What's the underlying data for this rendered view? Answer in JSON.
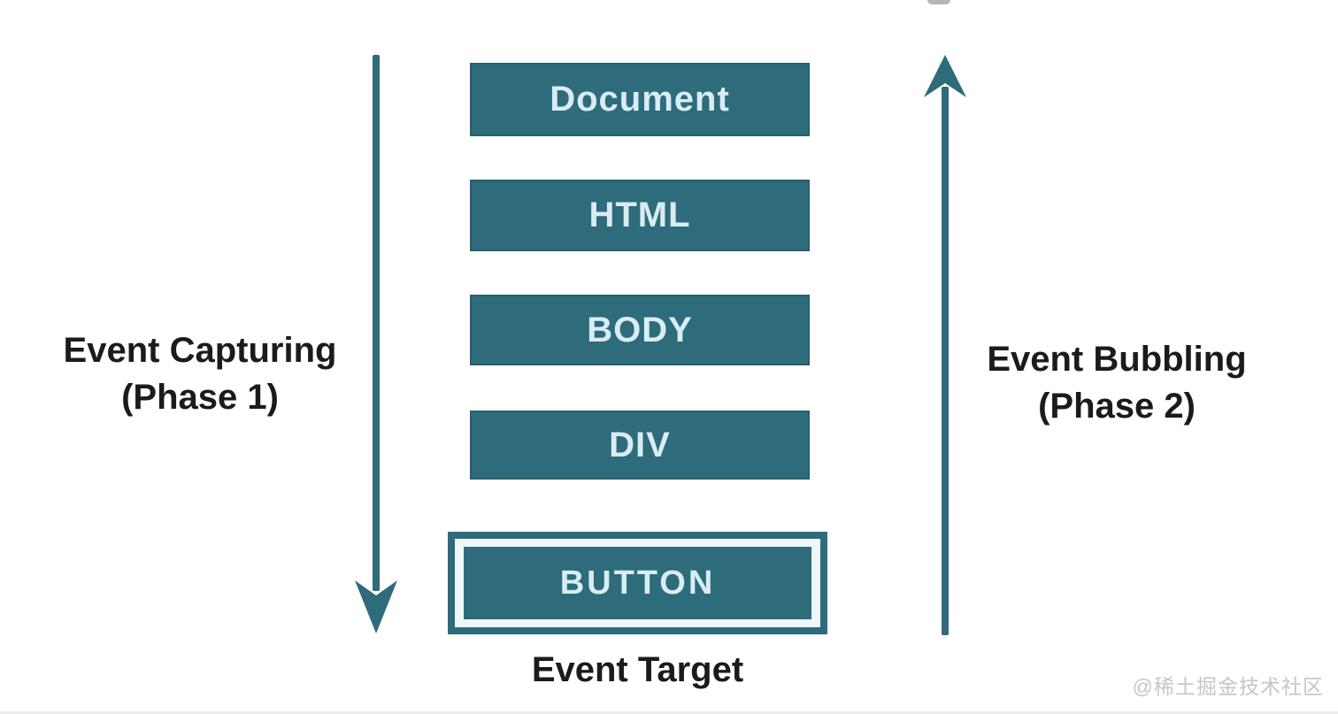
{
  "diagram": {
    "title_context": "DOM event flow diagram",
    "left_label": {
      "line1": "Event Capturing",
      "line2": "(Phase 1)"
    },
    "right_label": {
      "line1": "Event Bubbling",
      "line2": "(Phase 2)"
    },
    "boxes": [
      {
        "label": "Document",
        "highlighted": false
      },
      {
        "label": "HTML",
        "highlighted": false
      },
      {
        "label": "BODY",
        "highlighted": false
      },
      {
        "label": "DIV",
        "highlighted": false
      },
      {
        "label": "BUTTON",
        "highlighted": true
      }
    ],
    "target_caption": "Event Target",
    "arrows": [
      {
        "name": "capture-arrow",
        "direction": "down"
      },
      {
        "name": "bubble-arrow",
        "direction": "up"
      }
    ],
    "colors": {
      "box_fill": "#2e6b7b",
      "box_border": "#27606f",
      "box_text": "#d8edf3",
      "arrow": "#2e6b7b",
      "label_text": "#1b1b1b",
      "watermark_text": "#c6c6c6",
      "background": "#ffffff"
    }
  },
  "watermark": {
    "text": "@稀土掘金技术社区"
  }
}
